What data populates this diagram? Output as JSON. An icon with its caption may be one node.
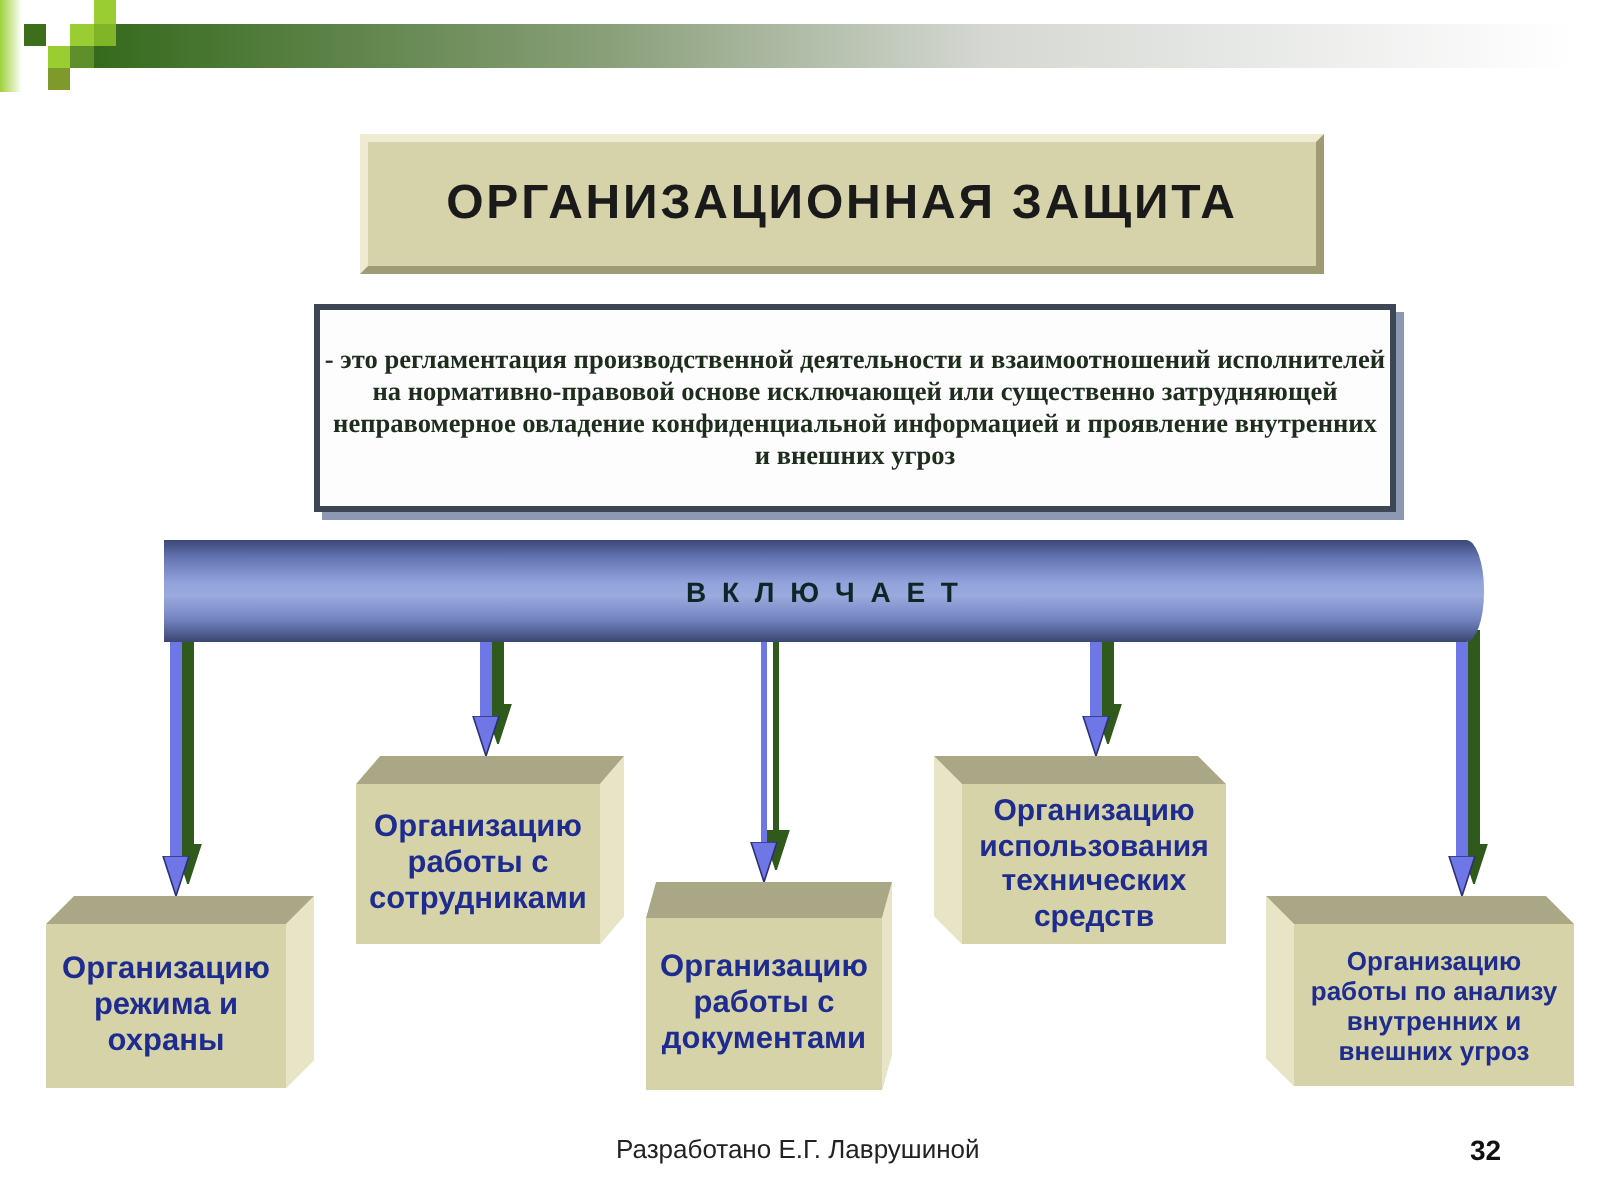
{
  "diagram": {
    "nodes": [
      {
        "text": [
          "ОРГАНИЗАЦИОННАЯ ЗАЩИТА"
        ]
      },
      {
        "text": [
          "- это регламентация производственной деятельности и взаимоотношений исполнителей на нормативно-правовой основе исключающей или существенно затрудняющей неправомерное овладение конфиденциальной информацией и проявление внутренних и внешних угроз"
        ]
      },
      {
        "text": [
          "В К Л Ю Ч А Е Т"
        ]
      },
      {
        "text": [
          "Организацию режима и охраны"
        ]
      },
      {
        "text": [
          "Организацию работы с сотрудниками"
        ]
      },
      {
        "text": [
          "Организацию работы с документами"
        ]
      },
      {
        "text": [
          "Организацию использования технических средств"
        ]
      },
      {
        "text": [
          "Организацию работы по анализу внутренних и внешних угроз"
        ]
      }
    ],
    "edges": [
      {
        "from": 2,
        "to": 3,
        "arrow": "to"
      },
      {
        "from": 2,
        "to": 4,
        "arrow": "to"
      },
      {
        "from": 2,
        "to": 5,
        "arrow": "to"
      },
      {
        "from": 2,
        "to": 6,
        "arrow": "to"
      },
      {
        "from": 2,
        "to": 7,
        "arrow": "to"
      }
    ],
    "labels": [
      "Разработано Е.Г. Лаврушиной",
      "32"
    ]
  }
}
